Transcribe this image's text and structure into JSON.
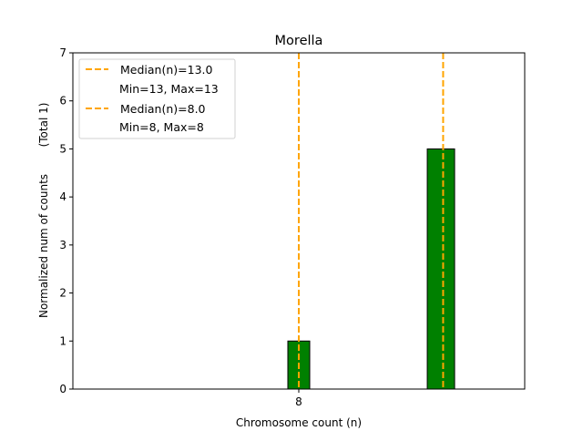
{
  "chart_data": {
    "type": "bar",
    "title": "Morella",
    "xlabel": "Chromosome count (n)",
    "ylabel": "Normalized num of counts",
    "ylabel2": "(Total 1)",
    "ylim": [
      0,
      7
    ],
    "xlim": [
      -2.33,
      18.33
    ],
    "yticks": [
      "0",
      "1",
      "2",
      "3",
      "4",
      "5",
      "6",
      "7"
    ],
    "xticks": [
      {
        "value": 8,
        "label": "8"
      }
    ],
    "bars": [
      {
        "x": 8,
        "width": 1,
        "value": 1
      },
      {
        "x": 14.5,
        "width": 1.25,
        "value": 5
      }
    ],
    "bar_color": "#008000",
    "median_lines": [
      {
        "x": 8,
        "color": "#FFA500"
      },
      {
        "x": 14.6,
        "color": "#FFA500"
      }
    ],
    "legend": {
      "placement": "upper-left",
      "entries": [
        {
          "label": "Median(n)=13.0",
          "sub": "Min=13, Max=13"
        },
        {
          "label": "Median(n)=8.0",
          "sub": "Min=8, Max=8"
        }
      ]
    }
  }
}
